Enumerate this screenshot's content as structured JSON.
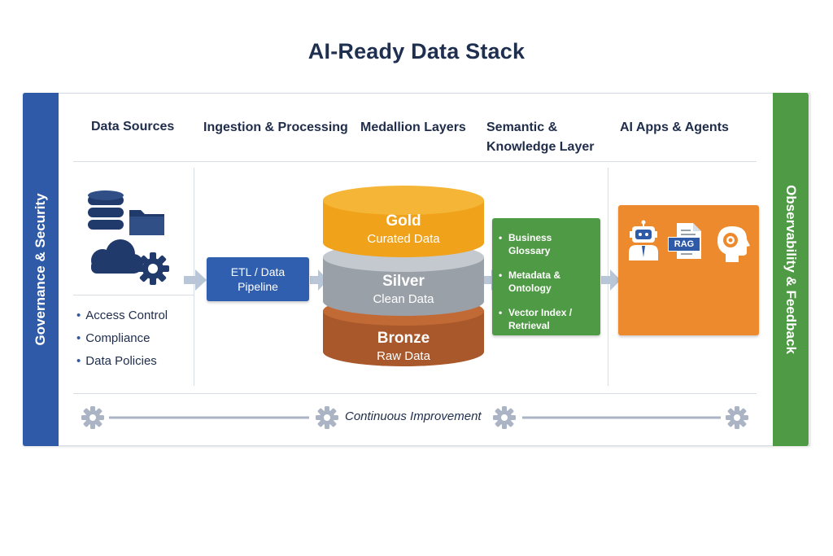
{
  "title": "AI-Ready Data Stack",
  "side_bars": {
    "left": "Governance & Security",
    "right": "Observability & Feedback"
  },
  "columns": {
    "data_sources": "Data Sources",
    "ingestion": "Ingestion & Processing",
    "medallion": "Medallion Layers",
    "semantic_line1": "Semantic &",
    "semantic_line2": "Knowledge Layer",
    "ai_apps": "AI Apps & Agents"
  },
  "governance_items": [
    "Access Control",
    "Compliance",
    "Data Policies"
  ],
  "etl": {
    "line1": "ETL / Data",
    "line2": "Pipeline"
  },
  "layers": {
    "gold": {
      "name": "Gold",
      "desc": "Curated Data"
    },
    "silver": {
      "name": "Silver",
      "desc": "Clean Data"
    },
    "bronze": {
      "name": "Bronze",
      "desc": "Raw Data"
    }
  },
  "semantic_items": [
    "Business Glossary",
    "Metadata & Ontology",
    "Vector Index / Retrieval"
  ],
  "rag_label": "RAG",
  "continuous": "Continuous Improvement",
  "colors": {
    "blue": "#2e5aa8",
    "green": "#4f9a45",
    "orange": "#ee8a2e",
    "gold": "#f0a21a",
    "silver": "#9aa0a8",
    "bronze": "#a8582a",
    "navy": "#1e2f4f"
  },
  "icons": [
    "database-icon",
    "folder-icon",
    "cloud-icon",
    "gear-icon",
    "arrow-right-icon",
    "robot-icon",
    "document-icon",
    "ai-head-icon"
  ]
}
